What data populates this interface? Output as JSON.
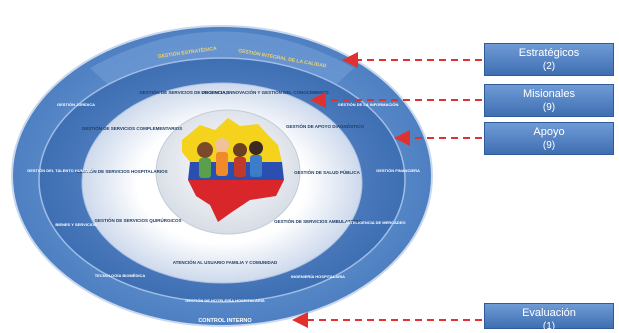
{
  "categories": [
    {
      "label": "Estratégicos",
      "count": "(2)"
    },
    {
      "label": "Misionales",
      "count": "(9)"
    },
    {
      "label": "Apoyo",
      "count": "(9)"
    },
    {
      "label": "Evaluación",
      "count": "(1)"
    }
  ],
  "strategic": [
    "GESTIÓN ESTRATÉGICA",
    "GESTIÓN INTEGRAL DE LA CALIDAD"
  ],
  "missional": [
    "GESTIÓN DE SERVICIOS DE URGENCIAS",
    "DOCENCIA, INNOVACIÓN Y GESTIÓN DEL CONOCIMIENTO",
    "GESTIÓN DE APOYO DIAGNÓSTICO",
    "GESTIÓN DE SALUD PÚBLICA",
    "GESTIÓN DE SERVICIOS AMBULATORIO",
    "ATENCIÓN AL USUARIO FAMILIA Y COMUNIDAD",
    "GESTIÓN DE SERVICIOS QUIRÚRGICOS",
    "GESTIÓN DE SERVICIOS HOSPITALARIOS",
    "GESTIÓN DE SERVICIOS COMPLEMENTARIOS"
  ],
  "support": [
    "GESTIÓN JURÍDICA",
    "GESTIÓN DE LA INFORMACIÓN",
    "GESTIÓN FINANCIERA",
    "INTELIGENCIA DE MERCADEO",
    "INGENIERÍA HOSPITALARIA",
    "GESTIÓN DE HOTELERÍA HOSPITALARIA",
    "TECNOLOGÍA BIOMÉDICA",
    "BIENES Y SERVICIOS",
    "GESTIÓN DEL TALENTO HUMANO"
  ],
  "evaluation": "CONTROL INTERNO",
  "colors": {
    "outer_ring": "#5b8bc9",
    "support_ring": "#4a7cc0",
    "missional_ring": "#e7eef8",
    "arrow": "#e03030",
    "map_yellow": "#f5d21c",
    "map_blue": "#2a4fb0",
    "map_red": "#d9262b"
  }
}
